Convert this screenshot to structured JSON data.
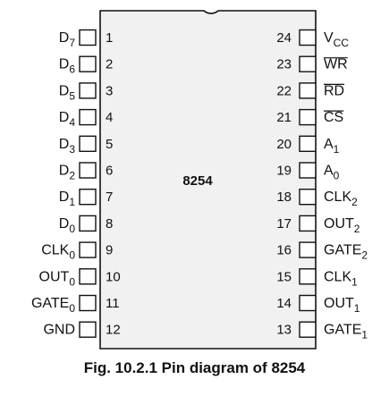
{
  "chip": {
    "label": "8254"
  },
  "left_pins": [
    {
      "num": "1",
      "name": "D",
      "sub": "7",
      "overline": false
    },
    {
      "num": "2",
      "name": "D",
      "sub": "6",
      "overline": false
    },
    {
      "num": "3",
      "name": "D",
      "sub": "5",
      "overline": false
    },
    {
      "num": "4",
      "name": "D",
      "sub": "4",
      "overline": false
    },
    {
      "num": "5",
      "name": "D",
      "sub": "3",
      "overline": false
    },
    {
      "num": "6",
      "name": "D",
      "sub": "2",
      "overline": false
    },
    {
      "num": "7",
      "name": "D",
      "sub": "1",
      "overline": false
    },
    {
      "num": "8",
      "name": "D",
      "sub": "0",
      "overline": false
    },
    {
      "num": "9",
      "name": "CLK",
      "sub": "0",
      "overline": false
    },
    {
      "num": "10",
      "name": "OUT",
      "sub": "0",
      "overline": false
    },
    {
      "num": "11",
      "name": "GATE",
      "sub": "0",
      "overline": false
    },
    {
      "num": "12",
      "name": "GND",
      "sub": "",
      "overline": false
    }
  ],
  "right_pins": [
    {
      "num": "24",
      "name": "V",
      "sub": "CC",
      "overline": false
    },
    {
      "num": "23",
      "name": "WR",
      "sub": "",
      "overline": true
    },
    {
      "num": "22",
      "name": "RD",
      "sub": "",
      "overline": true
    },
    {
      "num": "21",
      "name": "CS",
      "sub": "",
      "overline": true
    },
    {
      "num": "20",
      "name": "A",
      "sub": "1",
      "overline": false
    },
    {
      "num": "19",
      "name": "A",
      "sub": "0",
      "overline": false
    },
    {
      "num": "18",
      "name": "CLK",
      "sub": "2",
      "overline": false
    },
    {
      "num": "17",
      "name": "OUT",
      "sub": "2",
      "overline": false
    },
    {
      "num": "16",
      "name": "GATE",
      "sub": "2",
      "overline": false
    },
    {
      "num": "15",
      "name": "CLK",
      "sub": "1",
      "overline": false
    },
    {
      "num": "14",
      "name": "OUT",
      "sub": "1",
      "overline": false
    },
    {
      "num": "13",
      "name": "GATE",
      "sub": "1",
      "overline": false
    }
  ],
  "caption": "Fig. 10.2.1 Pin diagram of 8254"
}
